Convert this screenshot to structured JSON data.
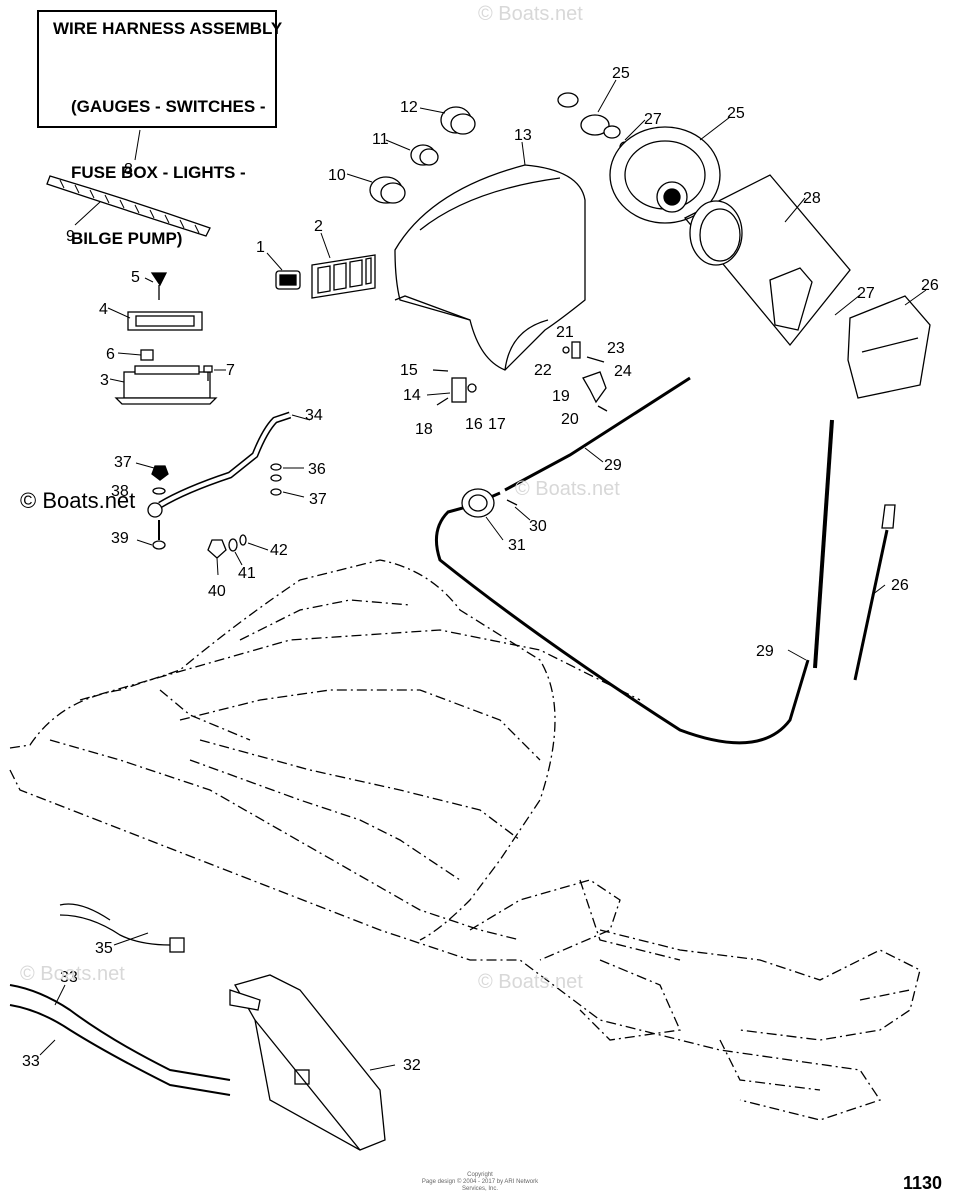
{
  "harness": {
    "title": "WIRE HARNESS ASSEMBLY",
    "subtitle_lines": [
      "(GAUGES - SWITCHES -",
      "FUSE BOX - LIGHTS -",
      "BILGE PUMP)"
    ]
  },
  "callouts": [
    "1",
    "2",
    "3",
    "4",
    "5",
    "6",
    "7",
    "8",
    "9",
    "10",
    "11",
    "12",
    "13",
    "14",
    "15",
    "16",
    "17",
    "18",
    "19",
    "20",
    "21",
    "22",
    "23",
    "24",
    "25",
    "25",
    "26",
    "26",
    "27",
    "27",
    "28",
    "29",
    "29",
    "30",
    "31",
    "32",
    "33",
    "33",
    "34",
    "35",
    "36",
    "37",
    "37",
    "38",
    "39",
    "40",
    "41",
    "42"
  ],
  "watermark": "© Boats.net",
  "figure_number": "1130",
  "copyright_lines": [
    "Copyright",
    "Page design © 2004 - 2017 by ARI Network Services, Inc."
  ]
}
